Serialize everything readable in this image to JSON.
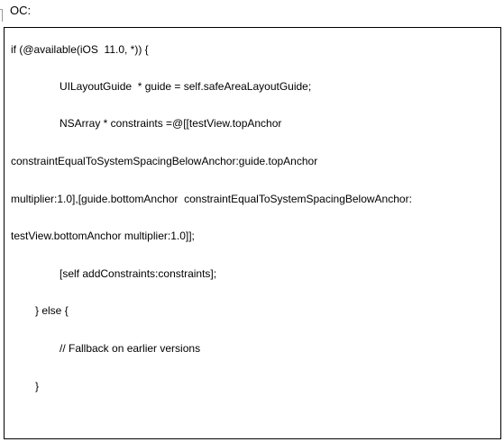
{
  "document": {
    "heading": "OC:",
    "code_lines": [
      "if (@available(iOS  11.0, *)) {",
      "UILayoutGuide  * guide = self.safeAreaLayoutGuide;",
      "NSArray * constraints =@[[testView.topAnchor",
      "constraintEqualToSystemSpacingBelowAnchor:guide.topAnchor",
      "multiplier:1.0],[guide.bottomAnchor  constraintEqualToSystemSpacingBelowAnchor:",
      "testView.bottomAnchor multiplier:1.0]];",
      "[self addConstraints:constraints];",
      "} else {",
      "// Fallback on earlier versions",
      "}"
    ]
  }
}
